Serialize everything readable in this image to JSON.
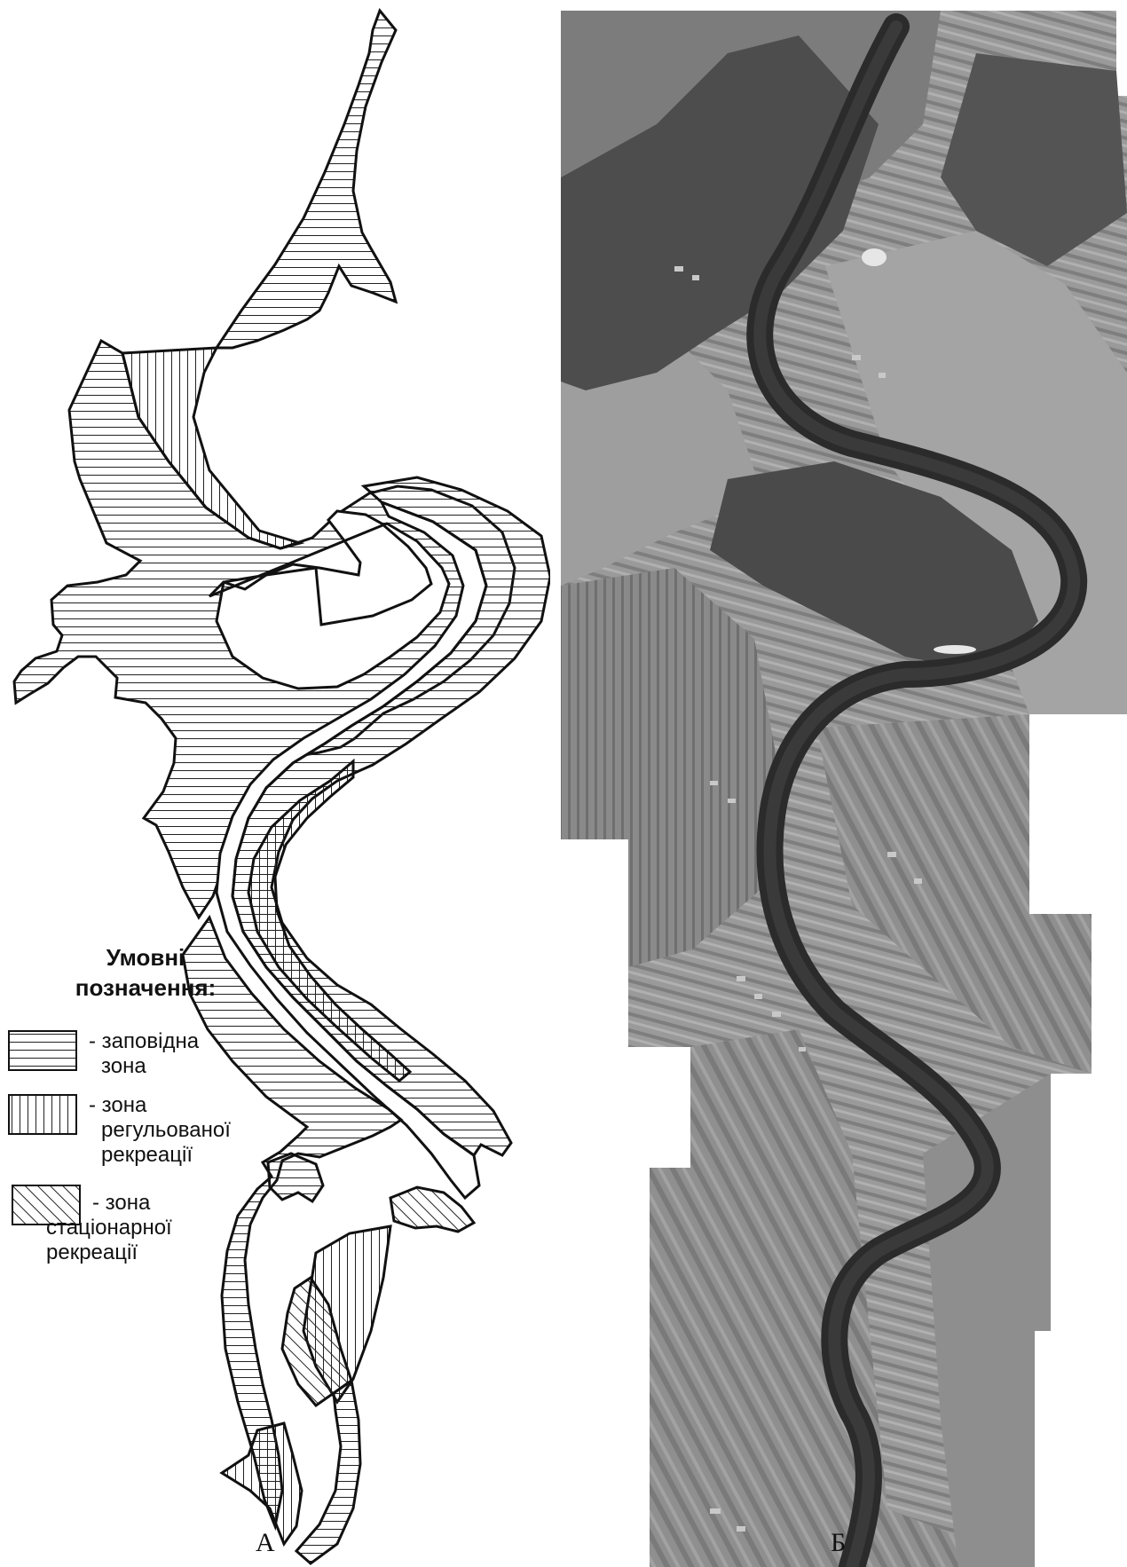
{
  "legend": {
    "title_line1": "Умовні",
    "title_line2": "позначення:",
    "items": [
      {
        "pattern": "horizontal-hatch",
        "line1": "- заповідна",
        "line2": "зона",
        "line3": ""
      },
      {
        "pattern": "vertical-hatch",
        "line1": "- зона",
        "line2": "регульованої",
        "line3": "рекреації"
      },
      {
        "pattern": "diagonal-hatch",
        "line1": "- зона",
        "line2": "стаціонарної",
        "line3": "рекреації"
      }
    ]
  },
  "panels": {
    "left_label": "А",
    "right_label": "Б"
  },
  "colors": {
    "outline": "#111111",
    "hatch": "#222222",
    "water": "#2b2b2b",
    "field": "#8c8c8c",
    "forest": "#4a4a4a"
  }
}
